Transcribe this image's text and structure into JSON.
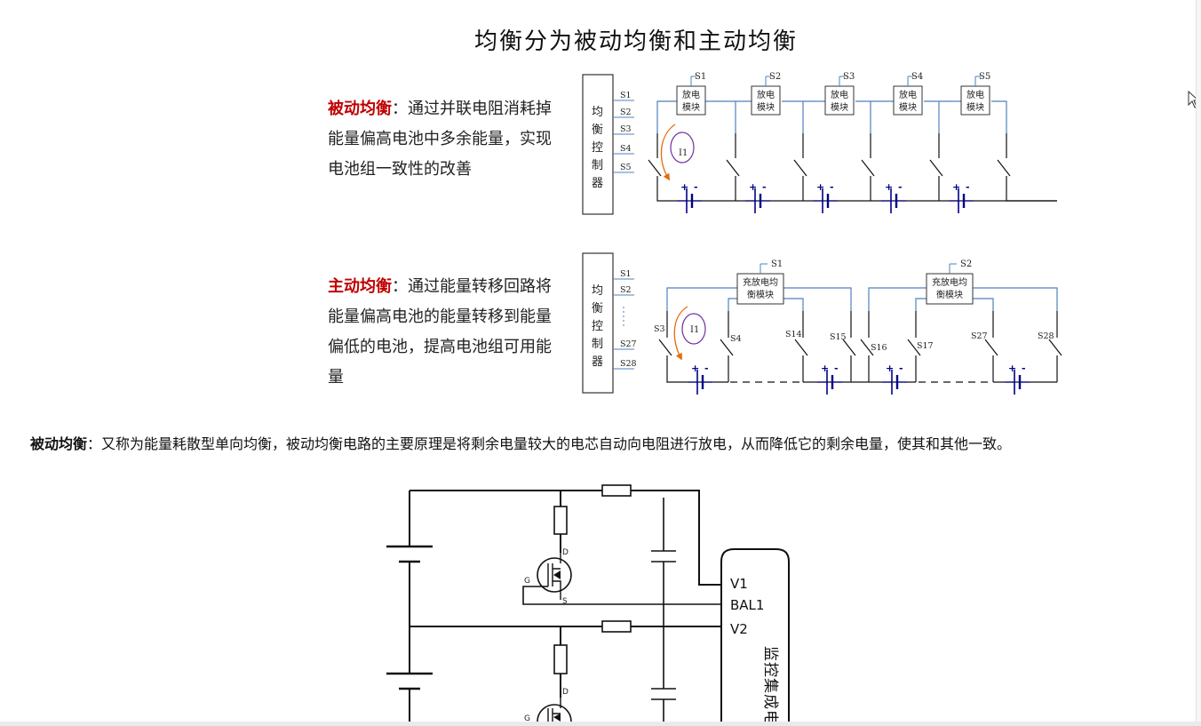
{
  "slide": {
    "title": "均衡分为被动均衡和主动均衡",
    "passive": {
      "keyword": "被动均衡",
      "text": "：通过并联电阻消耗掉能量偏高电池中多余能量，实现电池组一致性的改善"
    },
    "active": {
      "keyword": "主动均衡",
      "text": "：通过能量转移回路将能量偏高电池的能量转移到能量偏低的电池，提高电池组可用能量"
    }
  },
  "passive_diagram": {
    "controller_label": "均衡控制器",
    "controller_ports": [
      "S1",
      "S2",
      "S3",
      "S4",
      "S5"
    ],
    "modules": [
      {
        "label_top": "放电",
        "label_bottom": "模块",
        "switch": "S1"
      },
      {
        "label_top": "放电",
        "label_bottom": "模块",
        "switch": "S2"
      },
      {
        "label_top": "放电",
        "label_bottom": "模块",
        "switch": "S3"
      },
      {
        "label_top": "放电",
        "label_bottom": "模块",
        "switch": "S4"
      },
      {
        "label_top": "放电",
        "label_bottom": "模块",
        "switch": "S5"
      }
    ],
    "current_label": "I1",
    "plus": "+",
    "minus": "-"
  },
  "active_diagram": {
    "controller_label": "均衡控制器",
    "controller_ports": [
      "S1",
      "S2",
      "S27",
      "S28"
    ],
    "modules": [
      {
        "label_top": "充放电均",
        "label_bottom": "衡模块",
        "switch": "S1"
      },
      {
        "label_top": "充放电均",
        "label_bottom": "衡模块",
        "switch": "S2"
      }
    ],
    "switches": [
      "S3",
      "S4",
      "S14",
      "S15",
      "S16",
      "S17",
      "S27",
      "S28"
    ],
    "current_label": "I1"
  },
  "paragraph": {
    "keyword": "被动均衡",
    "text": "：又称为能量耗散型单向均衡，被动均衡电路的主要原理是将剩余电量较大的电芯自动向电阻进行放电，从而降低它的剩余电量，使其和其他一致。"
  },
  "circuit": {
    "pins": [
      "V1",
      "BAL1",
      "V2"
    ],
    "chip_label": "监控集成电路",
    "mosfet_pins": [
      "D",
      "G",
      "S"
    ]
  },
  "colors": {
    "keyword": "#c00000",
    "wire_blue": "#4f81bd",
    "dark_blue": "#00008b",
    "current_orange": "#e46c0a",
    "current_purple": "#7030a0"
  }
}
